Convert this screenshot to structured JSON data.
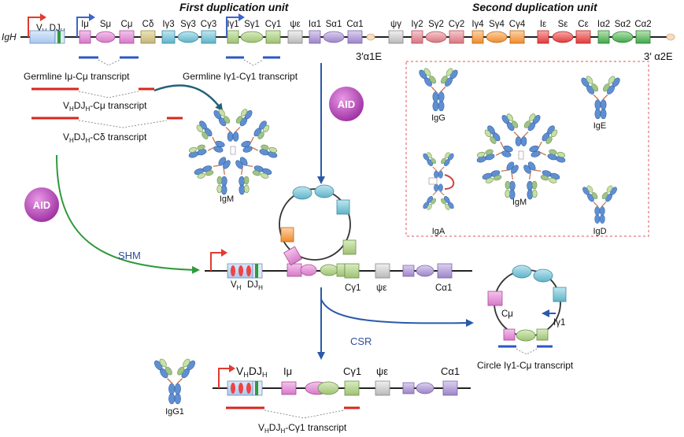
{
  "titles": {
    "first_unit": "First duplication unit",
    "second_unit": "Second duplication unit"
  },
  "locus": {
    "name": "IgH",
    "vdj": "VH DJH",
    "segments": [
      "Iμ",
      "Sμ",
      "Cμ",
      "Cδ",
      "Iγ3",
      "Sγ3",
      "Cγ3",
      "Iγ1",
      "Sγ1",
      "Cγ1",
      "ψε",
      "Iα1",
      "Sα1",
      "Cα1",
      "ψγ",
      "Iγ2",
      "Sγ2",
      "Cγ2",
      "Iγ4",
      "Sγ4",
      "Cγ4",
      "Iε",
      "Sε",
      "Cε",
      "Iα2",
      "Sα2",
      "Cα2"
    ],
    "enhancer_1": "3′α1E",
    "enhancer_2": "3′ α2E"
  },
  "transcripts": {
    "germline_mu": "Germline Iμ-Cμ transcript",
    "germline_g1": "Germline Iγ1-Cγ1 transcript",
    "vdj_cmu": "VHDJH-Cμ transcript",
    "vdj_cdelta": "VHDJH-Cδ transcript",
    "circle": "Circle Iγ1-Cμ transcript",
    "vdj_cg1": "VHDJH-Cγ1 transcript"
  },
  "enzyme": {
    "aid_top": "AID",
    "aid_left": "AID"
  },
  "processes": {
    "shm": "SHM",
    "csr": "CSR"
  },
  "antibodies": {
    "igm_center": "IgM",
    "igg": "IgG",
    "ige": "IgE",
    "iga": "IgA",
    "igm_box": "IgM",
    "igd": "IgD",
    "igg1": "IgG1"
  },
  "middle_locus": {
    "vh": "VH",
    "djh": "DJH",
    "cg1": "Cγ1",
    "psie": "ψε",
    "ca1": "Cα1"
  },
  "bottom_locus": {
    "vdj": "VHDJH",
    "imu": "Iμ",
    "cg1": "Cγ1",
    "psie": "ψε",
    "ca1": "Cα1"
  },
  "circle_labels": {
    "cmu": "Cμ",
    "ig1": "Iγ1"
  },
  "colors": {
    "promoter_red": "#e23a2f",
    "promoter_blue": "#3a66c9",
    "transcript_red": "#d9261c",
    "transcript_blue": "#2c58c2",
    "arrow_blue": "#2a5aa8",
    "arrow_green": "#2f9a3a",
    "arrow_teal": "#24607a",
    "aid_purple": "#b23fb8"
  }
}
